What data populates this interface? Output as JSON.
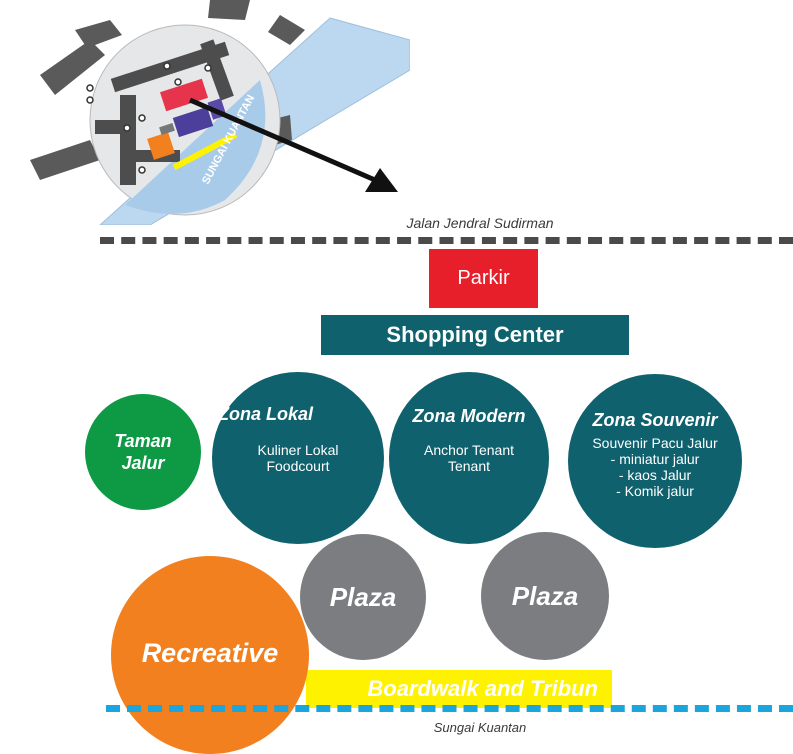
{
  "colors": {
    "parkir": "#e61f2a",
    "teal": "#0e616d",
    "green": "#0e9a45",
    "gray": "#7c7d80",
    "orange": "#f2801f",
    "yellow": "#fff200",
    "river": "#1aa5dc",
    "road": "#4a4a4a"
  },
  "map_inset": {
    "river_label": "SUNGAI KUANTAN"
  },
  "road": {
    "label": "Jalan Jendral Sudirman"
  },
  "parkir": {
    "label": "Parkir"
  },
  "shopping_center": {
    "label": "Shopping Center"
  },
  "taman_jalur": {
    "label": "Taman Jalur"
  },
  "zona_lokal": {
    "title": "Zona Lokal",
    "lines": [
      "Kuliner Lokal",
      "Foodcourt"
    ]
  },
  "zona_modern": {
    "title": "Zona Modern",
    "lines": [
      "Anchor Tenant",
      "Tenant"
    ]
  },
  "zona_souvenir": {
    "title": "Zona Souvenir",
    "lines": [
      "Souvenir Pacu Jalur",
      "- miniatur jalur",
      "- kaos Jalur",
      "- Komik jalur"
    ]
  },
  "plaza_left": {
    "label": "Plaza"
  },
  "plaza_right": {
    "label": "Plaza"
  },
  "recreative": {
    "label": "Recreative"
  },
  "boardwalk": {
    "label": "Boardwalk and Tribun"
  },
  "river": {
    "label": "Sungai Kuantan"
  }
}
